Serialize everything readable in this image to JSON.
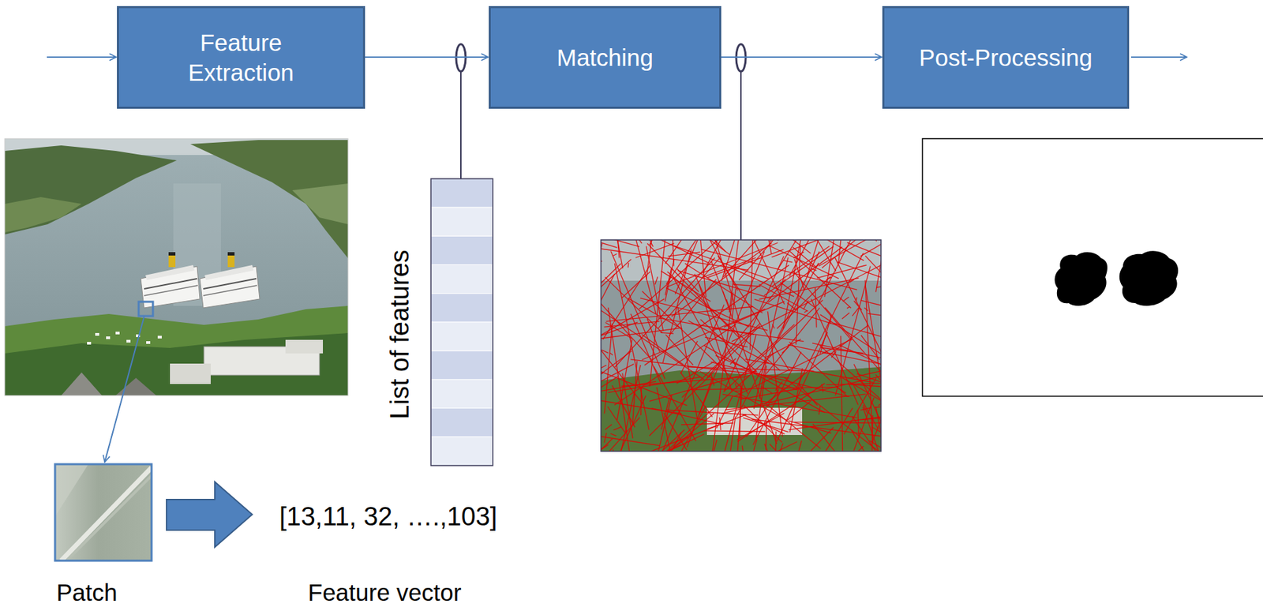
{
  "diagram": {
    "nodes": [
      {
        "text": [
          "Feature Extraction"
        ]
      },
      {
        "text": [
          "Matching"
        ]
      },
      {
        "text": [
          "Post-Processing"
        ]
      }
    ],
    "edges": [
      {
        "from": 0,
        "to": 1,
        "arrow": "to"
      },
      {
        "from": 1,
        "to": 2,
        "arrow": "to"
      }
    ],
    "labels": [
      "List of features",
      "[13,11, 32, ….,103]",
      "Patch",
      "Feature vector"
    ]
  }
}
